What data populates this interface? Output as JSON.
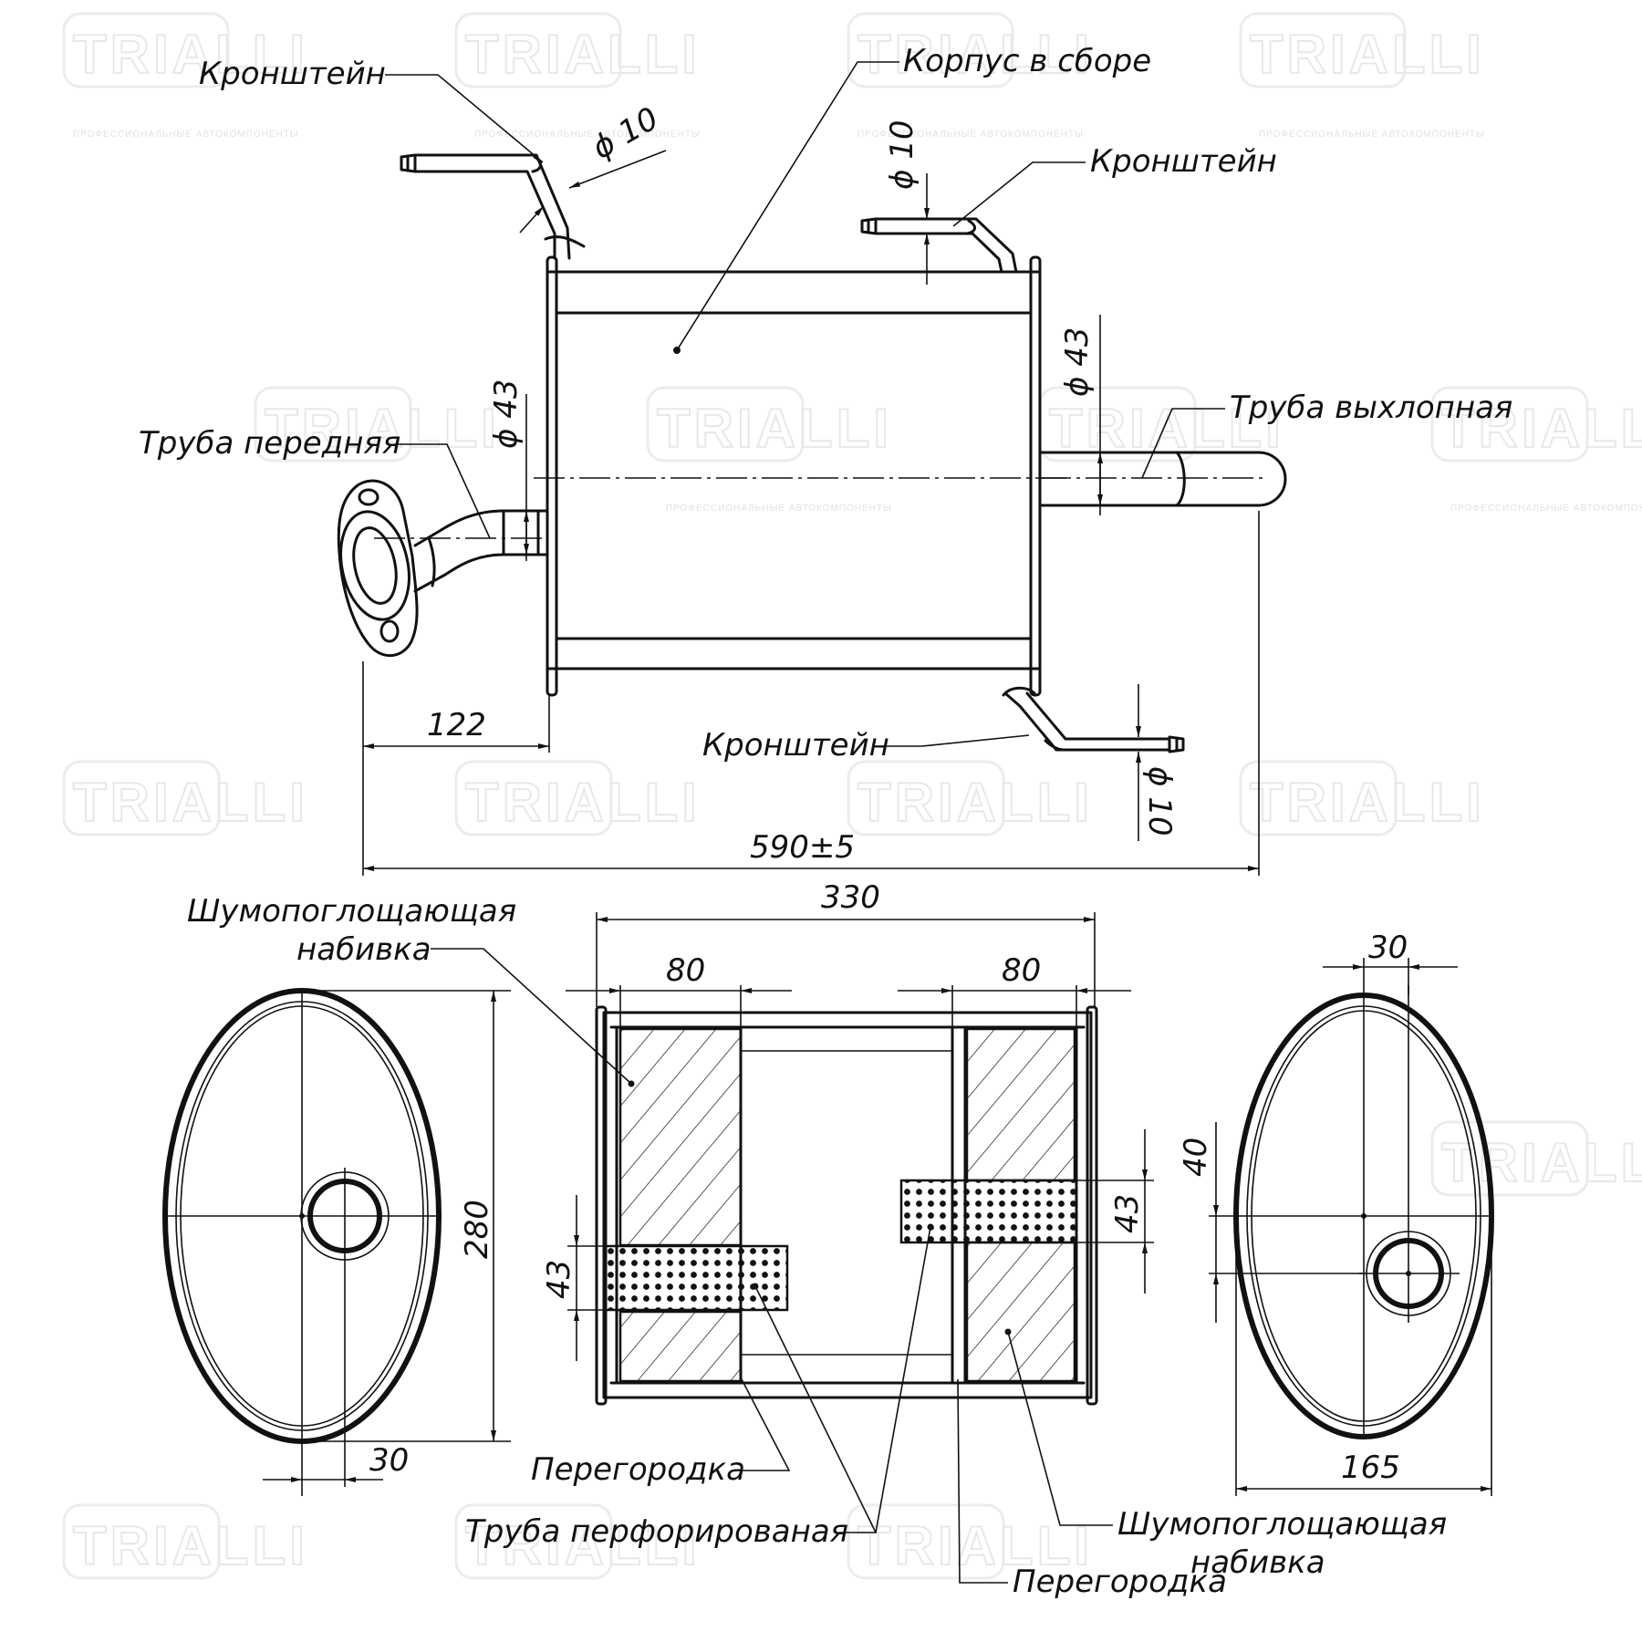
{
  "watermark": {
    "brand": "TRIALLI",
    "tagline": "ПРОФЕССИОНАЛЬНЫЕ АВТОКОМПОНЕНТЫ"
  },
  "labels": {
    "bracket_top_left": "Кронштейн",
    "housing": "Корпус в сборе",
    "bracket_top_right": "Кронштейн",
    "pipe_exhaust": "Труба выхлопная",
    "pipe_front": "Труба передняя",
    "bracket_bottom": "Кронштейн",
    "sound_absorbing_1a": "Шумопоглощающая",
    "sound_absorbing_1b": "набивка",
    "baffle_1": "Перегородка",
    "perforated_pipe": "Труба перфорированая",
    "sound_absorbing_2a": "Шумопоглощающая",
    "sound_absorbing_2b": "набивка",
    "baffle_2": "Перегородка"
  },
  "dimensions": {
    "bracket_dia_1": "ϕ 10",
    "bracket_dia_2": "ϕ 10",
    "bracket_dia_3": "ϕ 10",
    "outlet_dia": "ϕ 43",
    "inlet_dia": "ϕ 43",
    "inlet_length": "122",
    "overall_length": "590±5",
    "body_length": "330",
    "chamber_left": "80",
    "chamber_right": "80",
    "perf_left_dia": "43",
    "perf_right_dia": "43",
    "height": "280",
    "left_offset": "30",
    "right_top_offset": "30",
    "right_vert_offset": "40",
    "width": "165"
  }
}
